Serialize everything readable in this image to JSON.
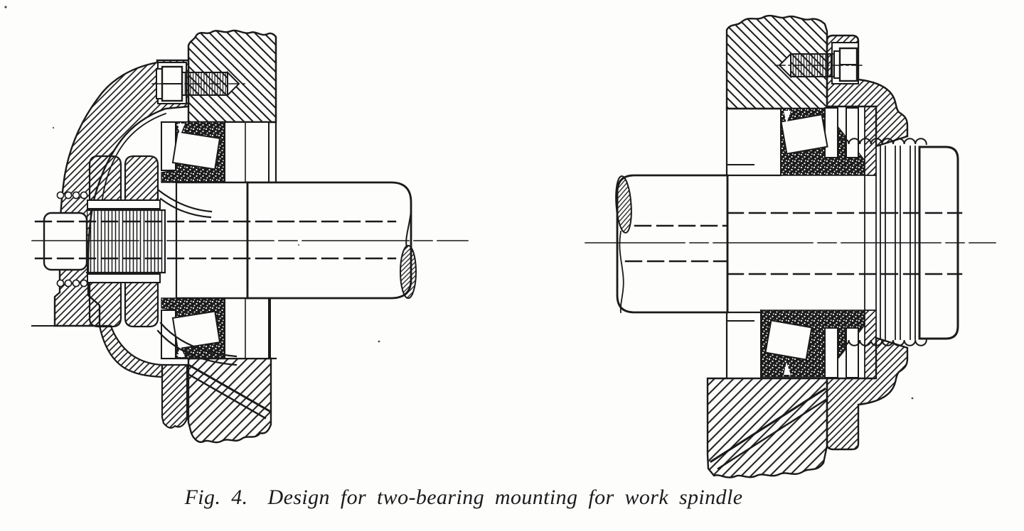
{
  "figure": {
    "label": "Fig. 4.",
    "caption": "Design for two-bearing mounting for work spindle"
  },
  "style": {
    "ink": "#1a1a1a",
    "paper": "#fdfdfc"
  },
  "views": [
    {
      "id": "left-view",
      "name": "spindle mounting section with bell end-cap and locknuts"
    },
    {
      "id": "right-view",
      "name": "spindle mounting section with threaded nose and clamp nut"
    }
  ]
}
